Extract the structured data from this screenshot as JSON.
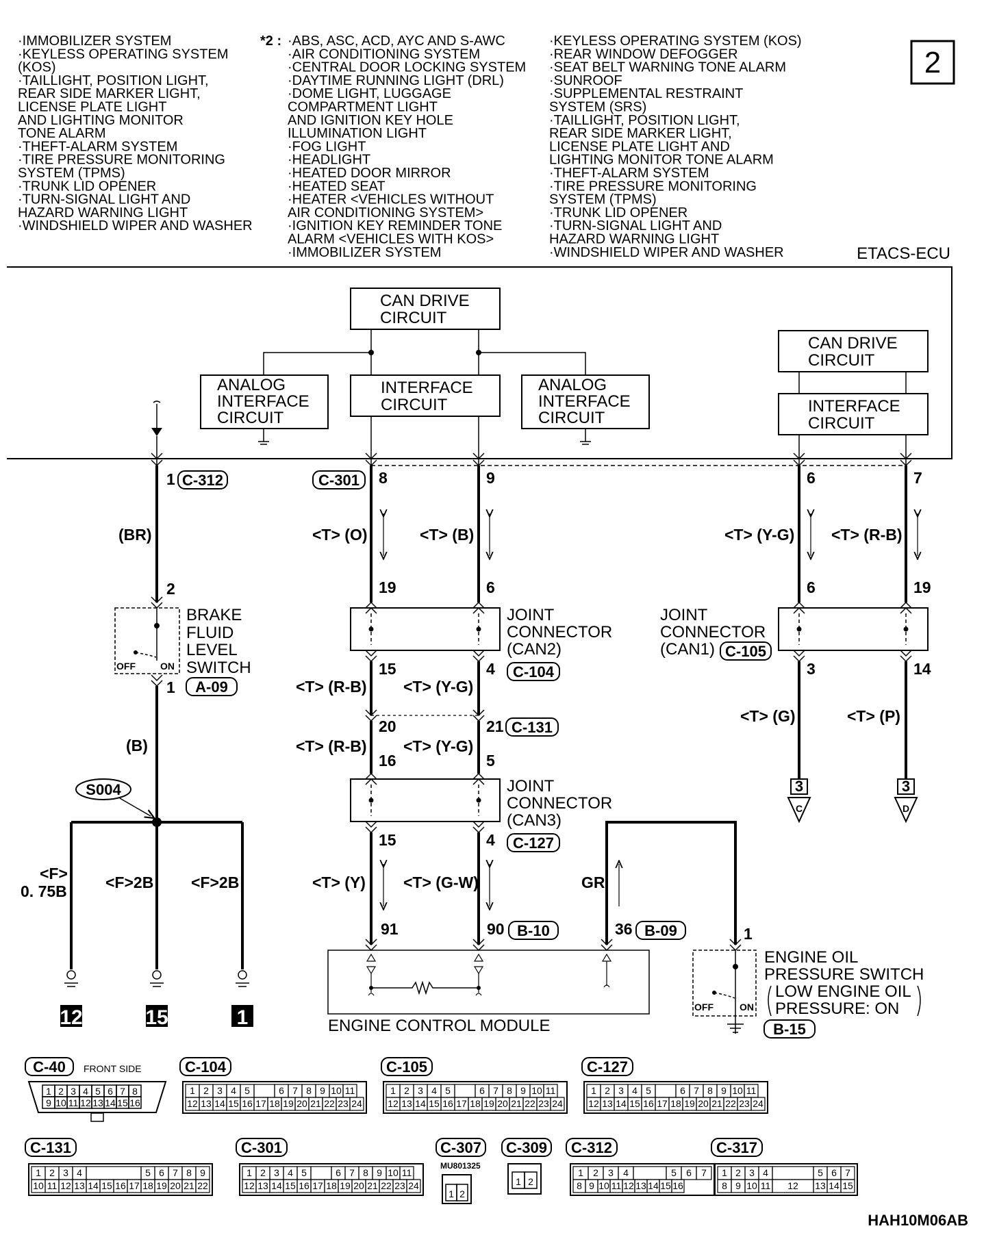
{
  "page_number": "2",
  "header": {
    "col1": [
      "·IMMOBILIZER SYSTEM",
      "·KEYLESS OPERATING SYSTEM",
      " (KOS)",
      "·TAILLIGHT, POSITION LIGHT,",
      " REAR SIDE MARKER LIGHT,",
      " LICENSE PLATE LIGHT",
      " AND LIGHTING MONITOR",
      " TONE ALARM",
      "·THEFT-ALARM SYSTEM",
      "·TIRE PRESSURE MONITORING",
      " SYSTEM (TPMS)",
      "·TRUNK LID OPENER",
      "·TURN-SIGNAL LIGHT AND",
      " HAZARD WARNING LIGHT",
      "·WINDSHIELD WIPER AND WASHER"
    ],
    "col2_mark": "*2 :",
    "col2": [
      "·ABS, ASC, ACD, AYC AND S-AWC",
      "·AIR CONDITIONING SYSTEM",
      "·CENTRAL DOOR LOCKING SYSTEM",
      "·DAYTIME RUNNING LIGHT (DRL)",
      "·DOME LIGHT, LUGGAGE",
      " COMPARTMENT LIGHT",
      " AND IGNITION KEY HOLE",
      " ILLUMINATION LIGHT",
      "·FOG LIGHT",
      "·HEADLIGHT",
      "·HEATED DOOR MIRROR",
      "·HEATED SEAT",
      "·HEATER <VEHICLES WITHOUT",
      " AIR CONDITIONING SYSTEM>",
      "·IGNITION KEY REMINDER TONE",
      " ALARM <VEHICLES WITH KOS>",
      "·IMMOBILIZER SYSTEM"
    ],
    "col3": [
      "·KEYLESS OPERATING SYSTEM (KOS)",
      "·REAR WINDOW DEFOGGER",
      "·SEAT BELT WARNING TONE ALARM",
      "·SUNROOF",
      "·SUPPLEMENTAL RESTRAINT",
      " SYSTEM (SRS)",
      "·TAILLIGHT, POSITION LIGHT,",
      " REAR SIDE MARKER LIGHT,",
      " LICENSE PLATE LIGHT AND",
      " LIGHTING MONITOR TONE ALARM",
      "·THEFT-ALARM SYSTEM",
      "·TIRE PRESSURE MONITORING",
      " SYSTEM (TPMS)",
      "·TRUNK LID OPENER",
      "·TURN-SIGNAL LIGHT AND",
      " HAZARD WARNING LIGHT",
      "·WINDSHIELD WIPER AND WASHER"
    ]
  },
  "ecu": {
    "name": "ETACS-ECU",
    "can_drive_left": [
      "CAN DRIVE",
      "CIRCUIT"
    ],
    "can_drive_right": [
      "CAN DRIVE",
      "CIRCUIT"
    ],
    "interface_left": [
      "INTERFACE",
      "CIRCUIT"
    ],
    "interface_right": [
      "INTERFACE",
      "CIRCUIT"
    ],
    "analog_left": [
      "ANALOG",
      "INTERFACE",
      "CIRCUIT"
    ],
    "analog_right": [
      "ANALOG",
      "INTERFACE",
      "CIRCUIT"
    ]
  },
  "connectors": {
    "c312": "C-312",
    "c301": "C-301",
    "c104": "C-104",
    "c131": "C-131",
    "c127": "C-127",
    "c105": "C-105",
    "b10": "B-10",
    "b09": "B-09",
    "b15": "B-15",
    "a09": "A-09",
    "c40": "C-40",
    "c307": "C-307",
    "c309": "C-309",
    "c317": "C-317"
  },
  "pins": {
    "brake_top": "1",
    "brake_sw_top": "2",
    "brake_sw_bot": "1",
    "c301_a": "8",
    "c301_b": "9",
    "c301_c": "6",
    "c301_d": "7",
    "can2_top_a": "19",
    "can2_top_b": "6",
    "can2_bot_a": "15",
    "can2_bot_b": "4",
    "c131_a": "20",
    "c131_b": "21",
    "c131_c": "16",
    "c131_d": "5",
    "can3_bot_a": "15",
    "can3_bot_b": "4",
    "ecm_a": "91",
    "ecm_b": "90",
    "ecm_c": "36",
    "can1_top_a": "6",
    "can1_top_b": "19",
    "can1_bot_a": "3",
    "can1_bot_b": "14",
    "oil_sw": "1"
  },
  "wires": {
    "br": "(BR)",
    "b": "(B)",
    "t_o": "<T> (O)",
    "t_b": "<T> (B)",
    "t_yg_top": "<T> (Y-G)",
    "t_rb_top": "<T> (R-B)",
    "t_rb_1": "<T> (R-B)",
    "t_yg_1": "<T> (Y-G)",
    "t_rb_2": "<T> (R-B)",
    "t_yg_2": "<T> (Y-G)",
    "t_y": "<T> (Y)",
    "t_gw": "<T> (G-W)",
    "gr": "GR",
    "t_g": "<T> (G)",
    "t_p": "<T> (P)",
    "f_075": "<F>",
    "f_075b": "0. 75B",
    "f_2b_1": "<F>2B",
    "f_2b_2": "<F>2B"
  },
  "components": {
    "brake_switch": [
      "BRAKE",
      "FLUID",
      "LEVEL",
      "SWITCH"
    ],
    "joint_can2": [
      "JOINT",
      "CONNECTOR",
      "(CAN2)"
    ],
    "joint_can3": [
      "JOINT",
      "CONNECTOR",
      "(CAN3)"
    ],
    "joint_can1": [
      "JOINT",
      "CONNECTOR",
      "(CAN1)"
    ],
    "ecm": "ENGINE CONTROL MODULE",
    "oil_switch": [
      "ENGINE OIL",
      "PRESSURE SWITCH",
      "LOW ENGINE OIL",
      "PRESSURE: ON"
    ],
    "off": "OFF",
    "on": "ON",
    "splice": "S004"
  },
  "grounds": [
    "12",
    "15",
    "1"
  ],
  "continues": {
    "c_num": "3",
    "c_letter": "C",
    "d_num": "3",
    "d_letter": "D"
  },
  "front_side": "FRONT SIDE",
  "c307_part": "MU801325",
  "figure_code": "HAH10M06AB"
}
